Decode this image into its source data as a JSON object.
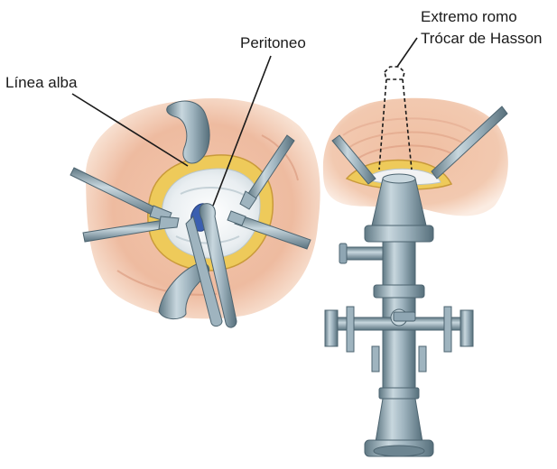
{
  "labels": {
    "linea_alba": "Línea alba",
    "peritoneo": "Peritoneo",
    "extremo_romo": "Extremo romo",
    "trocar_hasson": "Trócar de Hasson"
  },
  "colors": {
    "skin_light": "#f6d9c6",
    "skin_mid": "#eebba0",
    "skin_dark": "#d9967a",
    "fat_yellow": "#eeca5a",
    "fascia_white": "#f2f3f4",
    "instrument_steel": "#8fa6b3",
    "instrument_dark": "#5f7884",
    "instrument_light": "#c8d7de",
    "peritoneum_blue": "#3b5fb0",
    "leader_line": "#1a1a1a"
  }
}
